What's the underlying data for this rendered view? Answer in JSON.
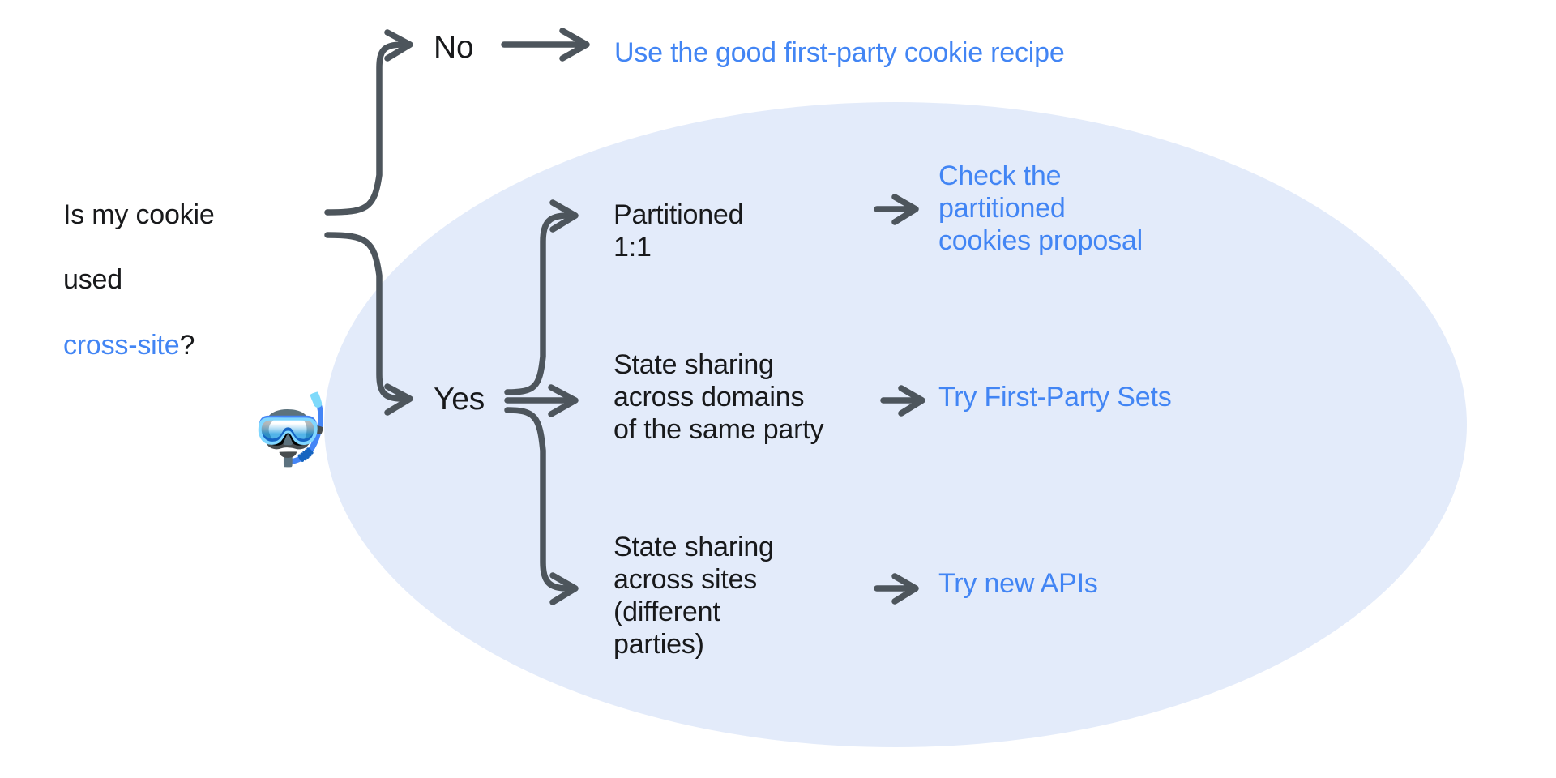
{
  "diagram": {
    "title_question": {
      "line1": "Is my cookie",
      "line2": "used",
      "accent": "cross-site",
      "suffix": "?"
    },
    "branch_labels": {
      "no": "No",
      "yes": "Yes"
    },
    "options": {
      "partitioned": "Partitioned\n1:1",
      "state_domains": "State sharing\nacross domains\nof the same party",
      "state_sites": "State sharing\nacross sites\n(different\nparties)"
    },
    "outcomes": {
      "recipe": "Use the good first-party cookie recipe",
      "partitioned_cookies": "Check the\npartitioned\ncookies proposal",
      "first_party_sets": "Try First-Party Sets",
      "new_apis": "Try new APIs"
    },
    "icons": {
      "diving_mask": "🤿"
    },
    "colors": {
      "accent_blue": "#4285f4",
      "text_dark": "#18191b",
      "arrow_gray": "#4d555c",
      "ellipse_fill": "#e3ebfa",
      "background": "#ffffff"
    }
  }
}
